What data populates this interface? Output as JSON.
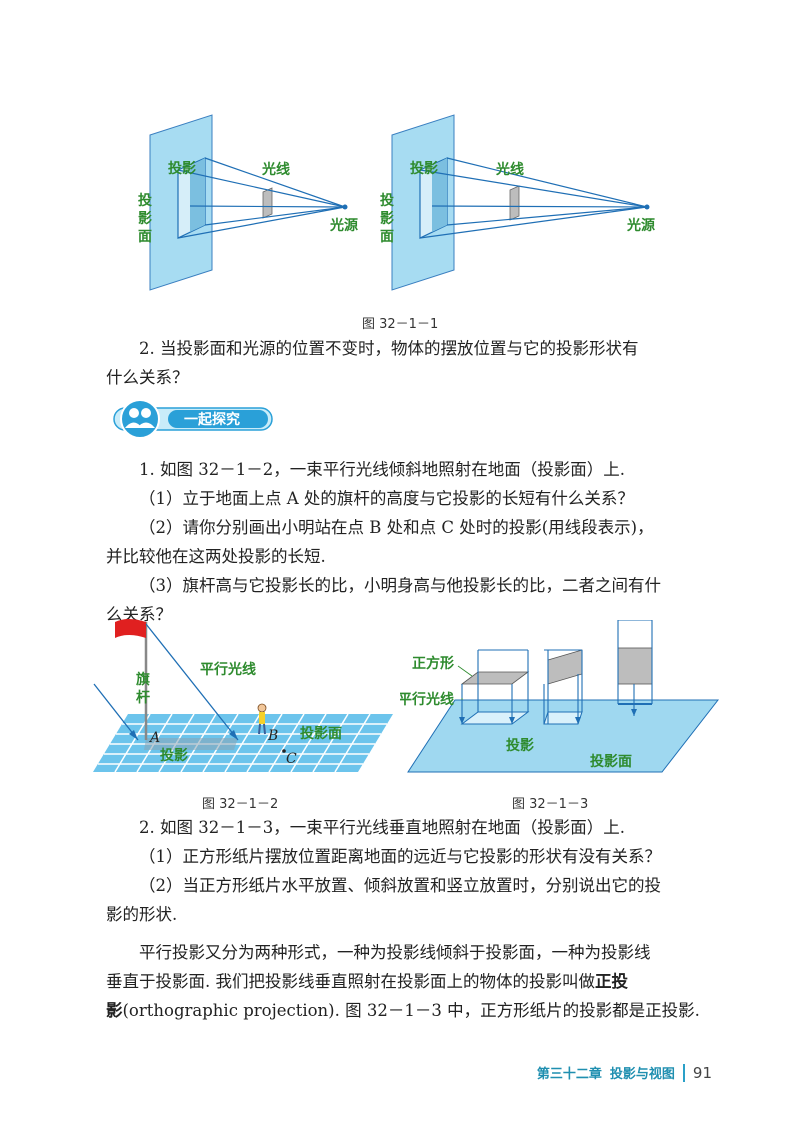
{
  "figures": {
    "fig1": {
      "caption": "图 32－1－1",
      "label_projection": "投影",
      "label_light": "光线",
      "label_source": "光源",
      "label_plane_chars": [
        "投",
        "影",
        "面"
      ]
    },
    "fig2": {
      "caption": "图 32－1－2",
      "label_light": "平行光线",
      "label_pole_chars": [
        "旗",
        "杆"
      ],
      "label_projection": "投影",
      "label_plane": "投影面",
      "point_a": "A",
      "point_b": "B",
      "point_c": "C"
    },
    "fig3": {
      "caption": "图 32－1－3",
      "label_square": "正方形",
      "label_light": "平行光线",
      "label_projection": "投影",
      "label_plane": "投影面"
    }
  },
  "text": {
    "q2_line1": "2. 当投影面和光源的位置不变时，物体的摆放位置与它的投影形状有",
    "q2_line2": "什么关系？",
    "banner_title": "一起探究",
    "e1": "1. 如图 32－1－2，一束平行光线倾斜地照射在地面（投影面）上.",
    "e1_1": "（1）立于地面上点 A 处的旗杆的高度与它投影的长短有什么关系？",
    "e1_2_line1": "（2）请你分别画出小明站在点 B 处和点 C 处时的投影(用线段表示)，",
    "e1_2_line2": "并比较他在这两处投影的长短.",
    "e1_3_line1": "（3）旗杆高与它投影长的比，小明身高与他投影长的比，二者之间有什",
    "e1_3_line2": "么关系？",
    "e2": "2. 如图 32－1－3，一束平行光线垂直地照射在地面（投影面）上.",
    "e2_1": "（1）正方形纸片摆放位置距离地面的远近与它投影的形状有没有关系？",
    "e2_2_line1": "（2）当正方形纸片水平放置、倾斜放置和竖立放置时，分别说出它的投",
    "e2_2_line2": "影的形状.",
    "summary_line1": "平行投影又分为两种形式，一种为投影线倾斜于投影面，一种为投影线",
    "summary_line2_a": "垂直于投影面. 我们把投影线垂直照射在投影面上的物体的投影叫做",
    "summary_line2_bold": "正投",
    "summary_line3_bold": "影",
    "summary_line3_b": "(orthographic projection). 图 32－1－3 中，正方形纸片的投影都是正投影."
  },
  "footer": {
    "chapter": "第三十二章",
    "section": "投影与视图",
    "page_number": "91"
  },
  "colors": {
    "plane_fill": "#9fd8f0",
    "light_blue": "#1f6fb5",
    "label_green": "#2e8b2e",
    "banner_blue": "#2aa0d8"
  }
}
